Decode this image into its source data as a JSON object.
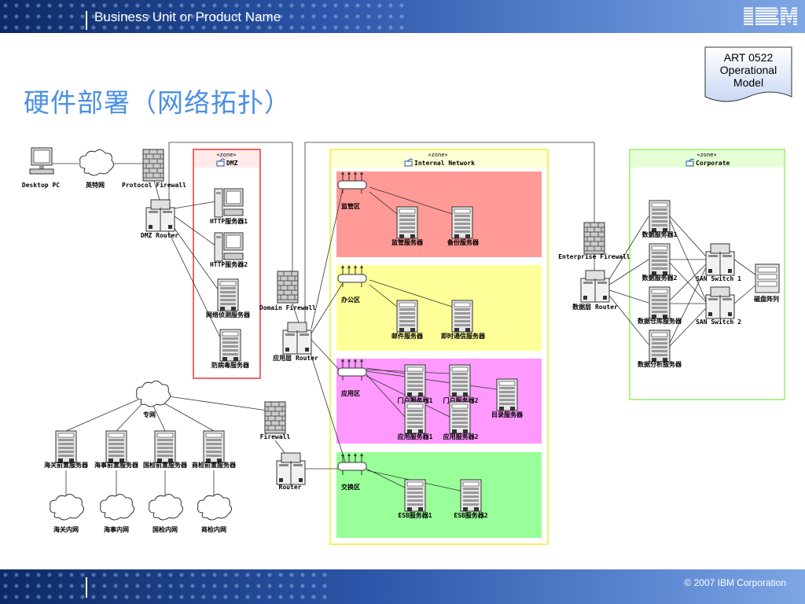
{
  "header": {
    "title": "Business Unit or Product Name",
    "logo_text": "IBM"
  },
  "slide_title": "硬件部署（网络拓扑）",
  "doc_shape": {
    "lines": [
      "ART 0522",
      "Operational",
      "Model"
    ]
  },
  "footer": {
    "copyright": "© 2007 IBM Corporation"
  },
  "diagram": {
    "zones": {
      "dmz": {
        "stereotype": "«zone»",
        "name": "DMZ"
      },
      "internal": {
        "stereotype": "«zone»",
        "name": "Internal Network"
      },
      "corporate": {
        "stereotype": "«zone»",
        "name": "Corporate"
      }
    },
    "nodes": {
      "desktop_pc": "Desktop PC",
      "internet": "英特网",
      "protocol_firewall": "Protocol Firewall",
      "dmz_router": "DMZ Router",
      "http1": "HTTP服务器1",
      "http2": "HTTP服务器2",
      "net_detect": "网络侦测服务器",
      "antivirus": "防病毒服务器",
      "domain_firewall": "Domain Firewall",
      "app_router": "应用层 Router",
      "monitor_zone": "监管区",
      "monitor_server": "监管服务器",
      "backup_server": "备份服务器",
      "office_zone": "办公区",
      "mail_server": "邮件服务器",
      "im_server": "即时通信服务器",
      "app_zone": "应用区",
      "portal1": "门户服务器1",
      "portal2": "门户服务器2",
      "dir_server": "目录服务器",
      "app1": "应用服务器1",
      "app2": "应用服务器2",
      "exchange_zone": "交换区",
      "esb1": "ESB服务器1",
      "esb2": "ESB服务器2",
      "enterprise_firewall": "Enterprise Firewall",
      "data_router": "数据层 Router",
      "db1": "数据服务器1",
      "db2": "数据服务器2",
      "dw": "数据仓库服务器",
      "da": "数据分析服务器",
      "san1": "SAN Switch 1",
      "san2": "SAN Switch 2",
      "disk_array": "磁盘阵列",
      "private_net": "专网",
      "firewall": "Firewall",
      "router": "Router",
      "customs_fe": "海关前置服务器",
      "maritime_fe": "海事前置服务器",
      "inspection_fe": "国检前置服务器",
      "commerce_fe": "商检前置服务器",
      "customs_net": "海关内网",
      "maritime_net": "海事内网",
      "inspection_net": "国检内网",
      "commerce_net": "商检内网"
    }
  }
}
